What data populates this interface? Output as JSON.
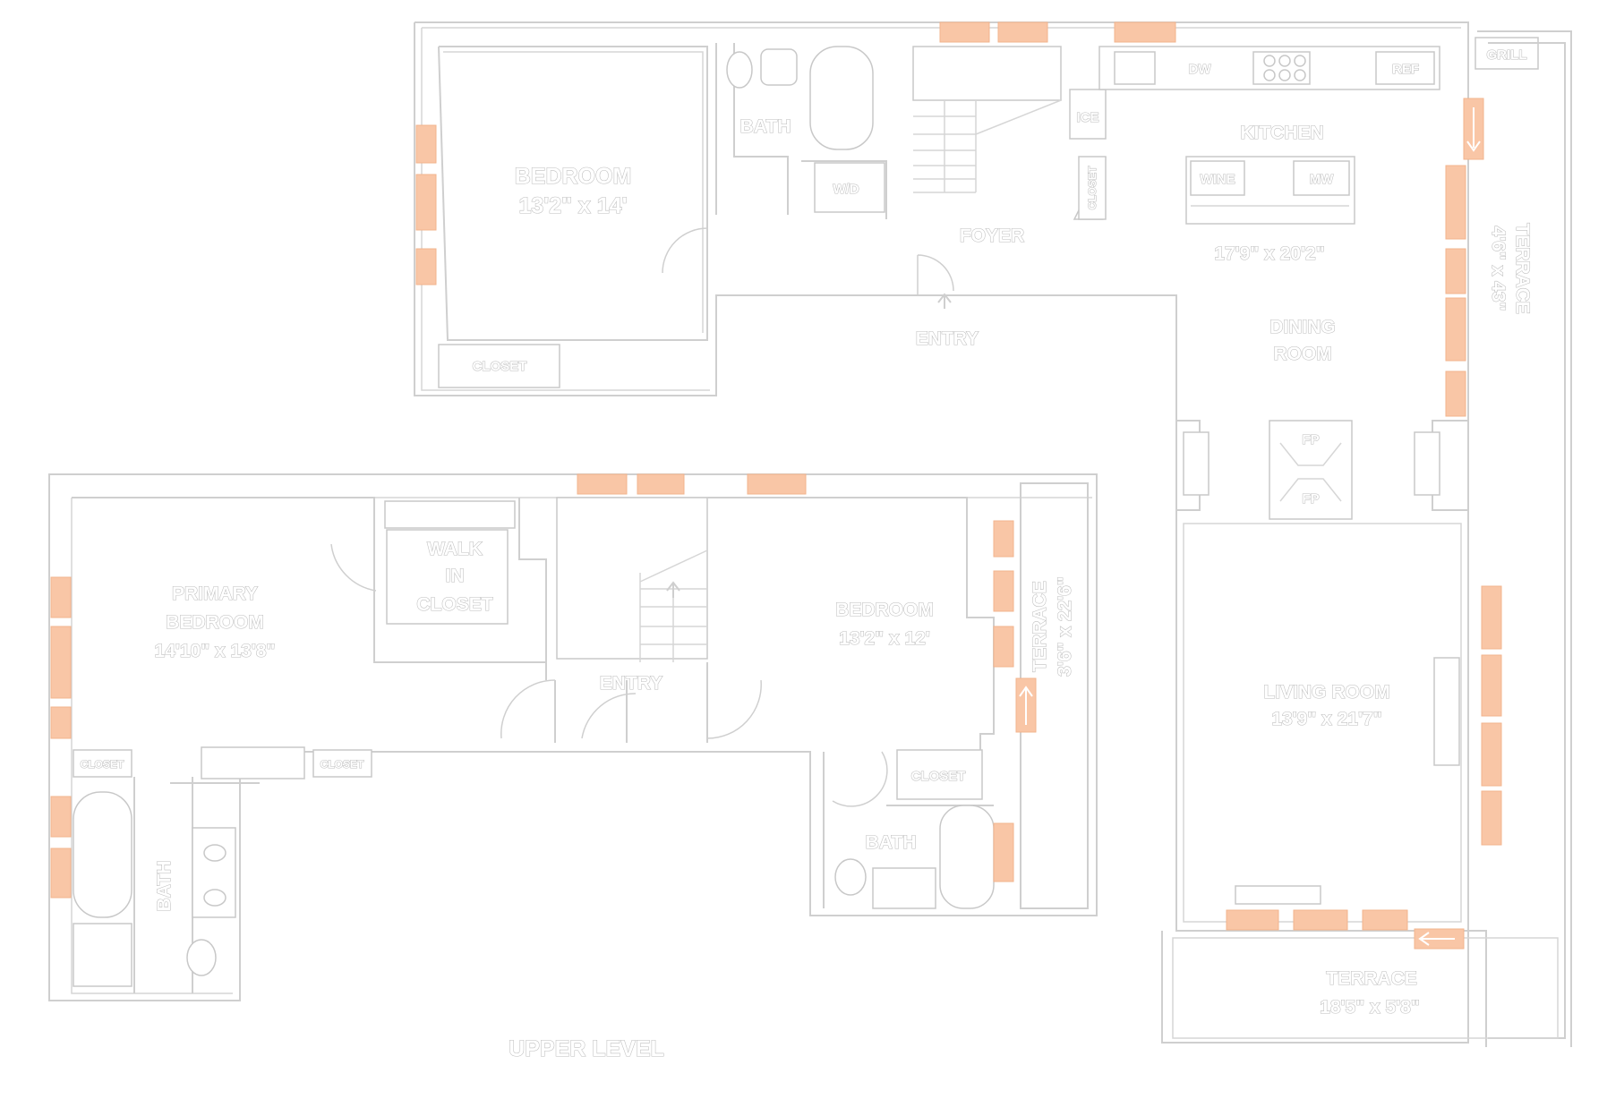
{
  "plan_title": "UPPER LEVEL",
  "rooms": {
    "bedroom_top": {
      "name": "BEDROOM",
      "size": "13'2\" x 14'"
    },
    "kitchen": {
      "name": "KITCHEN",
      "size": "17'9\" x 20'2\""
    },
    "dining": {
      "name_line1": "DINING",
      "name_line2": "ROOM"
    },
    "living": {
      "name": "LIVING ROOM",
      "size": "13'9\" x 21'7\""
    },
    "primary": {
      "name_line1": "PRIMARY",
      "name_line2": "BEDROOM",
      "size": "14'10\" x 13'8\""
    },
    "bedroom_lower": {
      "name": "BEDROOM",
      "size": "13'2\" x 12'"
    },
    "walk_in": {
      "line1": "WALK",
      "line2": "IN",
      "line3": "CLOSET"
    }
  },
  "terraces": {
    "east": {
      "name": "TERRACE",
      "size": "4'6\" x 43\""
    },
    "middle": {
      "name": "TERRACE",
      "size": "3'6\" x 22'6\""
    },
    "south": {
      "name": "TERRACE",
      "size": "18'5\" x 5'8\""
    }
  },
  "labels": {
    "foyer": "FOYER",
    "entry_top": "ENTRY",
    "entry_lower": "ENTRY",
    "bath_top": "BATH",
    "bath_lower_right": "BATH",
    "bath_lower_left": "BATH",
    "wd": "W/D",
    "ice": "ICE",
    "closet_vertical": "CLOSET",
    "closet_top": "CLOSET",
    "closet_primary_left": "CLOSET",
    "closet_primary_right": "CLOSET",
    "closet_bedroom_lower": "CLOSET",
    "dw": "DW",
    "ref": "REF",
    "grill": "GRILL",
    "wine": "WINE",
    "mw": "MW",
    "fp_top": "FP",
    "fp_bottom": "FP"
  }
}
